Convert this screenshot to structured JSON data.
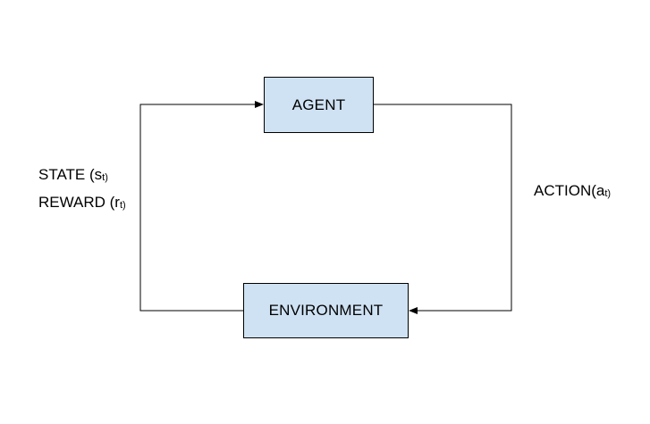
{
  "nodes": {
    "agent": {
      "label": "AGENT"
    },
    "environment": {
      "label": "ENVIRONMENT"
    }
  },
  "edges": {
    "state": {
      "label": "STATE (s",
      "subscript": "t)"
    },
    "reward": {
      "label": "REWARD (r",
      "subscript": "t)"
    },
    "action": {
      "label": "ACTION(a",
      "subscript": "t)"
    }
  },
  "colors": {
    "node_fill": "#cfe2f3",
    "line": "#000000",
    "background": "#ffffff"
  }
}
